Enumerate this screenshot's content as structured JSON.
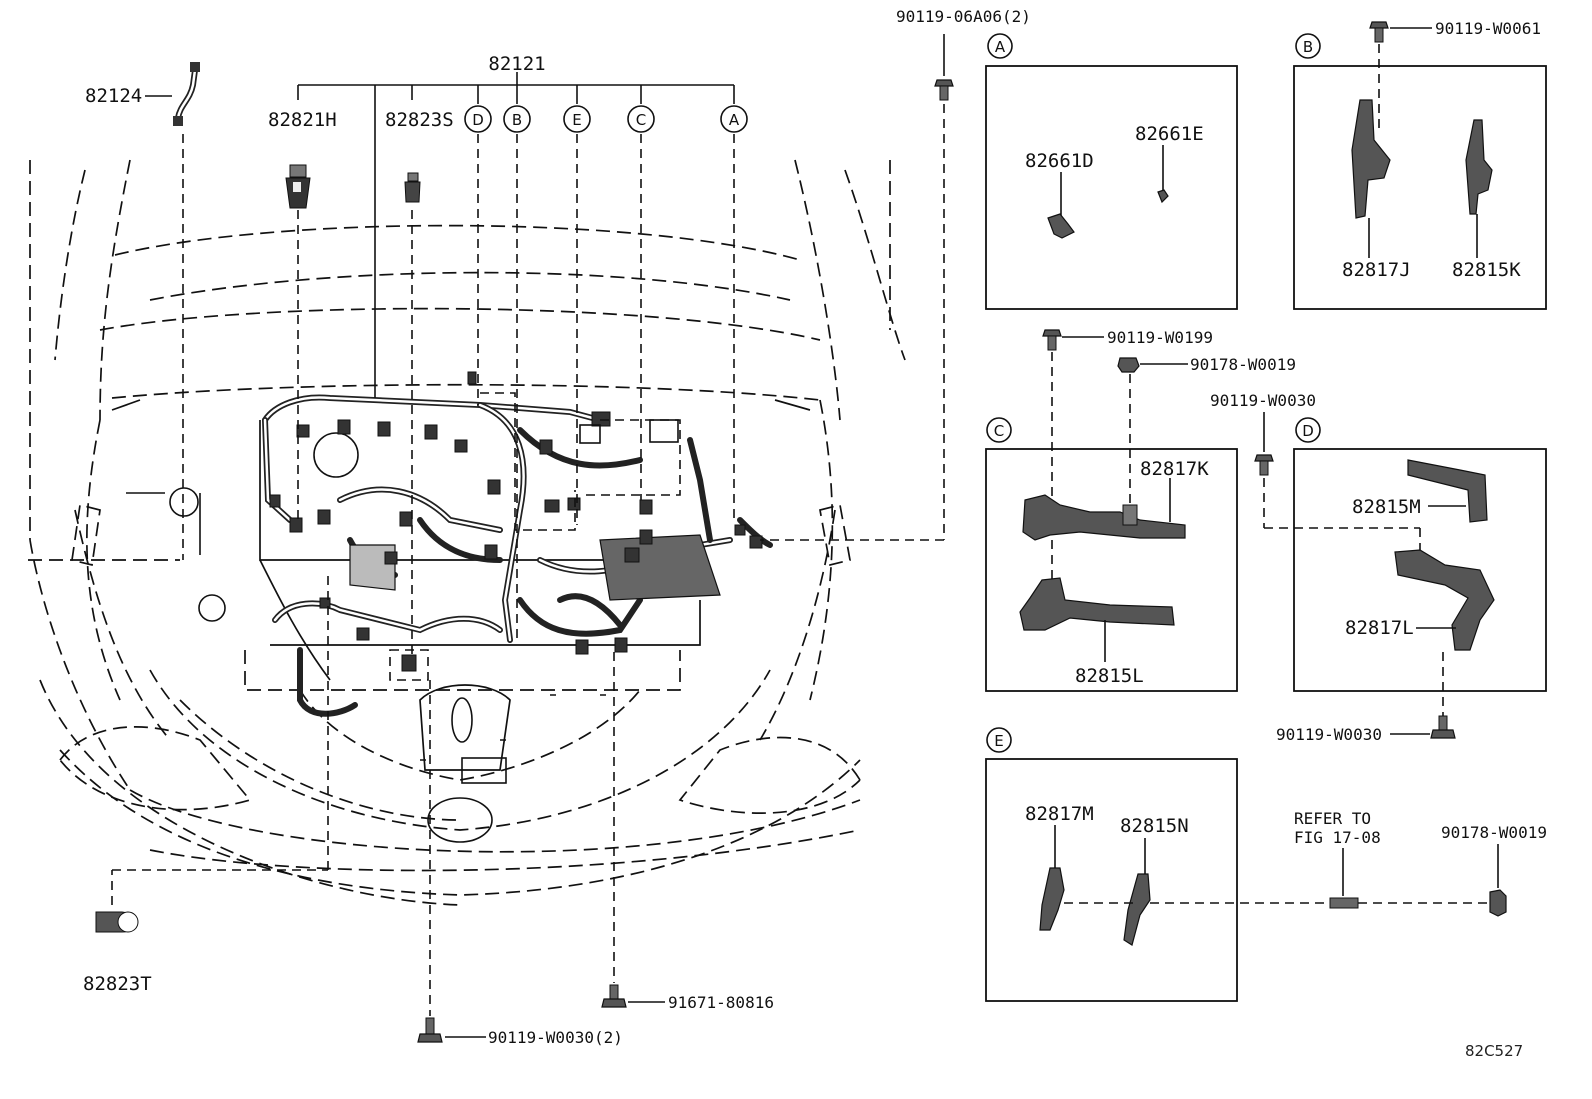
{
  "labels": {
    "harness_main": "82121",
    "wire_82124": "82124",
    "sensor_82821h": "82821H",
    "sensor_82823s": "82823S",
    "sensor_82823t": "82823T",
    "bolt_top": "90119-06A06(2)",
    "bolt_bottom_left": "90119-W0030(2)",
    "bolt_bottom_mid": "91671-80816",
    "callouts_top": [
      "D",
      "B",
      "E",
      "C",
      "A"
    ]
  },
  "detail_a": {
    "letter": "A",
    "parts": [
      "82661D",
      "82661E"
    ]
  },
  "detail_b": {
    "letter": "B",
    "bolt": "90119-W0061",
    "parts": [
      "82817J",
      "82815K"
    ]
  },
  "detail_c": {
    "letter": "C",
    "bolt": "90119-W0199",
    "nut": "90178-W0019",
    "parts": [
      "82817K",
      "82815L"
    ]
  },
  "detail_d": {
    "letter": "D",
    "bolt_top": "90119-W0030",
    "bolt_bottom": "90119-W0030",
    "parts": [
      "82815M",
      "82817L"
    ]
  },
  "detail_e": {
    "letter": "E",
    "parts": [
      "82817M",
      "82815N"
    ],
    "refer_line1": "REFER TO",
    "refer_line2": "FIG 17-08",
    "nut": "90178-W0019"
  },
  "figure_code": "82C527"
}
